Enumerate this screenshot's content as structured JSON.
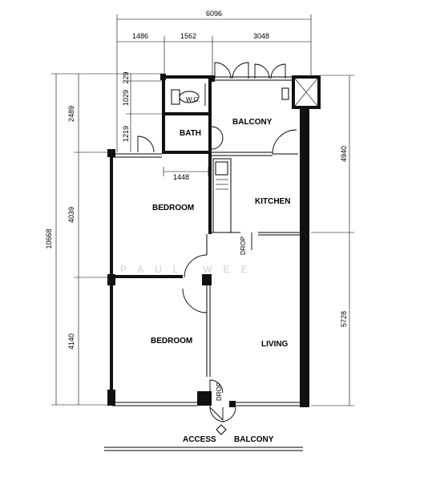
{
  "dimensions": {
    "top_total": "6096",
    "top_a": "1486",
    "top_b": "1562",
    "top_c": "3048",
    "left_total": "10668",
    "left_a": "2489",
    "left_b": "4039",
    "left_c": "4140",
    "inner_a": "229",
    "inner_b": "1029",
    "inner_c": "1219",
    "inner_width": "1448",
    "right_a": "4940",
    "right_b": "5728"
  },
  "rooms": {
    "wc": "W.C.",
    "bath": "BATH",
    "balcony": "BALCONY",
    "kitchen": "KITCHEN",
    "bedroom_1": "BEDROOM",
    "bedroom_2": "BEDROOM",
    "living": "LIVING"
  },
  "labels": {
    "drop_1": "DROP",
    "drop_2": "DROP",
    "access": "ACCESS",
    "access_balcony": "BALCONY"
  },
  "watermark": "PAUL WEE"
}
